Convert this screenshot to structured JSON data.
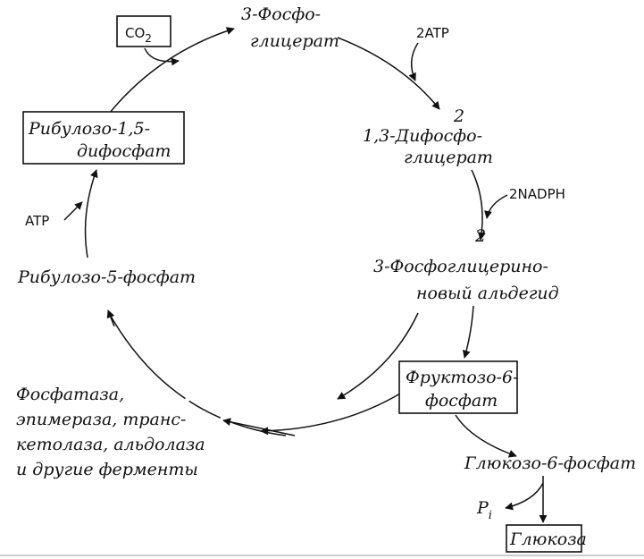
{
  "cycle": {
    "co2": "CO",
    "co2_sub": "2",
    "pga": [
      "3-Фосфо-",
      "глицерат"
    ],
    "atp_in": "2ATP",
    "bpg_count": "2",
    "bpg": [
      "1,3-Дифосфо-",
      "глицерат"
    ],
    "nadph_in": "2NADPH",
    "gap_count": "2",
    "gap": [
      "3-Фосфоглицерино-",
      "новый альдегид"
    ],
    "f6p": [
      "Фруктозо-6-",
      "фосфат"
    ],
    "g6p": "Глюкозо-6-фосфат",
    "pi": "P",
    "pi_sub": "i",
    "glucose": "Глюкоза",
    "enzymes": [
      "Фосфатаза,",
      "эпимераза, транс-",
      "кетолаза, альдолаза",
      "и другие ферменты"
    ],
    "ru5p": "Рибулозо-5-фосфат",
    "atp_regen": "ATP",
    "rubp": [
      "Рибулозо-1,5-",
      "дифосфат"
    ]
  },
  "colors": {
    "ink": "#111111",
    "paper": "#ffffff"
  }
}
